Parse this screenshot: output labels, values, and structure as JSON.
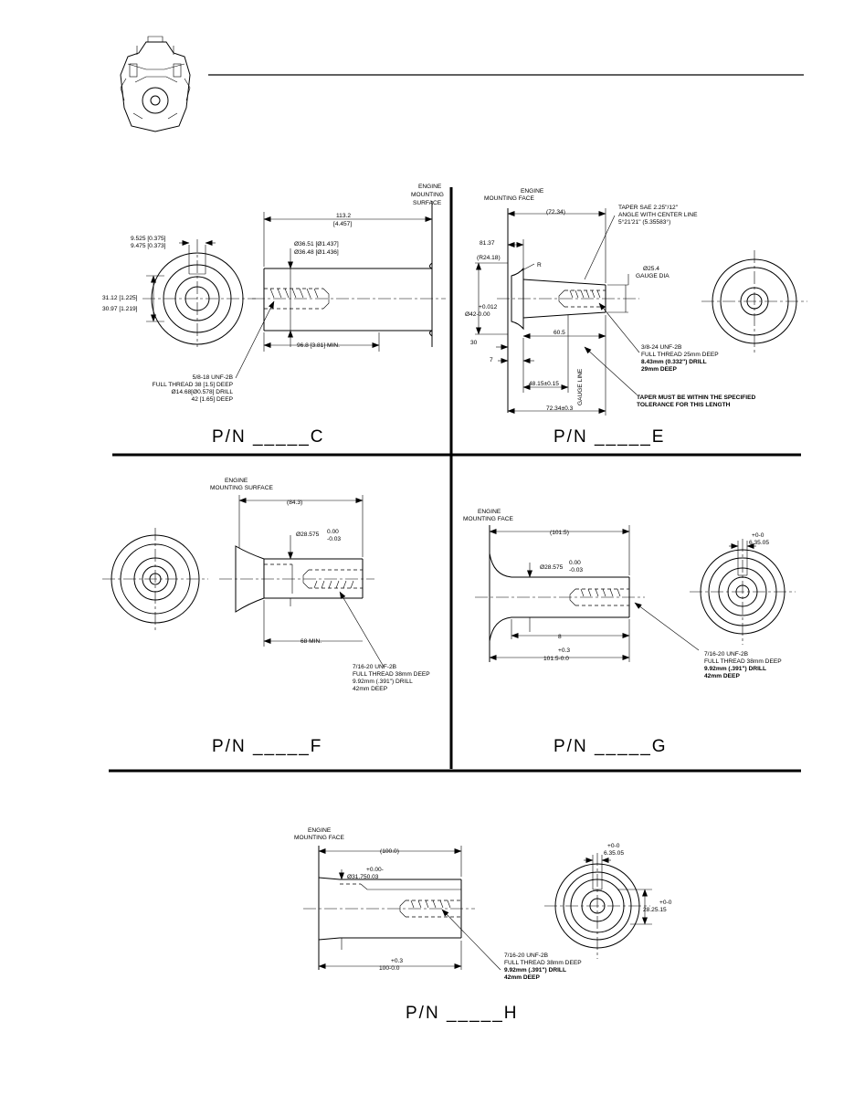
{
  "header": {
    "logo_name": "engine-logo"
  },
  "panel_c": {
    "engine_label": "ENGINE",
    "mounting_label": "MOUNTING",
    "surface_label": "SURFACE",
    "len_total": "113.2",
    "len_total_in": "[4.457]",
    "dia_a": "Ø36.51  [Ø1.437]",
    "dia_b": "Ø36.48  [Ø1.436]",
    "key_top_a": "9.525  [0.375]",
    "key_top_b": "9.475  [0.373]",
    "key_side_a": "31.12  [1.225]",
    "key_side_b": "30.97  [1.219]",
    "min_len": "96.8  [3.81]  MIN.",
    "note_1": "5/8-18  UNF-2B",
    "note_2": "FULL THREAD 38 [1.5] DEEP",
    "note_3": "Ø14.68[Ø0.578]  DRILL",
    "note_4": "42  [1.65]  DEEP",
    "part_number": "P/N  _____C"
  },
  "panel_e": {
    "engine_label": "ENGINE",
    "mounting_face": "MOUNTING FACE",
    "len_ref": "(72.34)",
    "taper_1": "TAPER SAE 2.25\"/12\"",
    "taper_2": "ANGLE WITH CENTER LINE",
    "taper_3": "5°21'21\"  (5.35583°)",
    "dim_8137": "81.37",
    "dim_r2418": "(R24.18)",
    "r_label": "R",
    "gauge_dia": "Ø25.4",
    "gauge_dia_label": "GAUGE DIA",
    "tol_plus": "+0.012",
    "dia_42": "Ø42-0.00",
    "dim_605": "60.5",
    "dim_30": "30",
    "dim_7": "7",
    "dim_4815": "48.15±0.15",
    "gauge_line": "GAUGE LINE",
    "dim_7234": "72.34±0.3",
    "thread_1": "3/8-24  UNF-2B",
    "thread_2": "FULL THREAD 25mm DEEP",
    "thread_3": "8.43mm (0.332\") DRILL",
    "thread_4": "29mm DEEP",
    "taper_note_1": "TAPER MUST BE WITHIN THE SPECIFIED",
    "taper_note_2": "TOLERANCE FOR THIS LENGTH",
    "part_number": "P/N  _____E"
  },
  "panel_f": {
    "engine_label": "ENGINE",
    "mounting_surface": "MOUNTING SURFACE",
    "len_ref": "(84.3)",
    "dia": "Ø28.575",
    "tol_top": "0.00",
    "tol_bot": "-0.03",
    "min_len": "68  MIN.",
    "note_1": "7/16-20  UNF-2B",
    "note_2": "FULL THREAD 38mm DEEP",
    "note_3": "9.92mm (.391\") DRILL",
    "note_4": "42mm DEEP",
    "part_number": "P/N  _____F"
  },
  "panel_g": {
    "engine_label": "ENGINE",
    "mounting_face": "MOUNTING FACE",
    "len_ref": "(101.5)",
    "dia": "Ø28.575",
    "tol_top": "0.00",
    "tol_bot": "-0.03",
    "dim_8": "8",
    "tol_plus": "+0.3",
    "len": "101.5-0.0",
    "key_tol": "+0-0",
    "key_w": "6.35.05",
    "note_1": "7/16-20  UNF-2B",
    "note_2": "FULL THREAD 38mm DEEP",
    "note_3": "9.92mm (.391\") DRILL",
    "note_4": "42mm DEEP",
    "part_number": "P/N  _____G"
  },
  "panel_h": {
    "engine_label": "ENGINE",
    "mounting_face": "MOUNTING FACE",
    "len_ref": "(100.0)",
    "tol_top": "+0.00-",
    "dia": "Ø31.750.03",
    "tol_plus": "+0.3",
    "len": "100-0.0",
    "key_tol": "+0-0",
    "key_w": "6.35.05",
    "side_tol": "+0-0",
    "side_dim": "28.25.15",
    "note_1": "7/16-20  UNF-2B",
    "note_2": "FULL THREAD 38mm DEEP",
    "note_3": "9.92mm (.391\") DRILL",
    "note_4": "42mm DEEP",
    "part_number": "P/N  _____H"
  }
}
